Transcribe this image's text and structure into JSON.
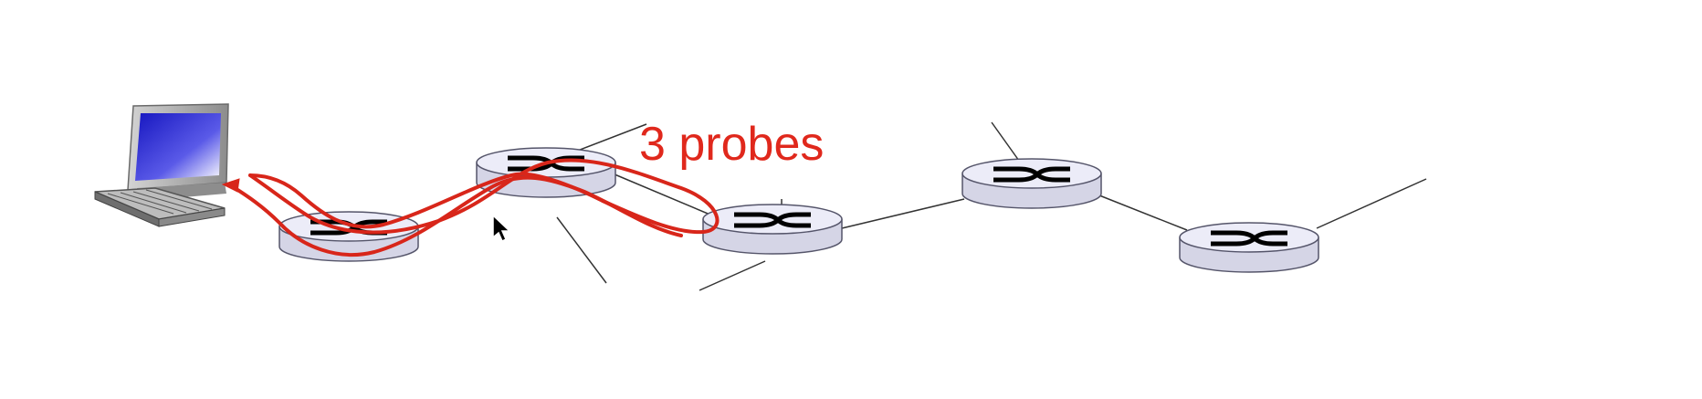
{
  "annotation": {
    "text": "3 probes",
    "color": "#e0281c"
  },
  "colors": {
    "router_top": "#e7e7f6",
    "router_side": "#ccccdc",
    "router_outline": "#55556a",
    "router_symbol": "#000000",
    "link": "#333333",
    "screen": "#2a2ad0",
    "monitor_frame": "#a4a4a4"
  },
  "nodes": [
    {
      "id": "host-left",
      "type": "host",
      "icon": "desktop-computer-icon"
    },
    {
      "id": "router-1",
      "type": "router",
      "icon": "router-icon"
    },
    {
      "id": "router-2",
      "type": "router",
      "icon": "router-icon"
    },
    {
      "id": "router-3",
      "type": "router",
      "icon": "router-icon"
    },
    {
      "id": "router-4",
      "type": "router",
      "icon": "router-icon"
    },
    {
      "id": "router-5",
      "type": "router",
      "icon": "router-icon"
    },
    {
      "id": "host-right",
      "type": "host",
      "icon": "desktop-computer-icon"
    }
  ],
  "cursor": {
    "icon": "mouse-pointer-icon"
  }
}
